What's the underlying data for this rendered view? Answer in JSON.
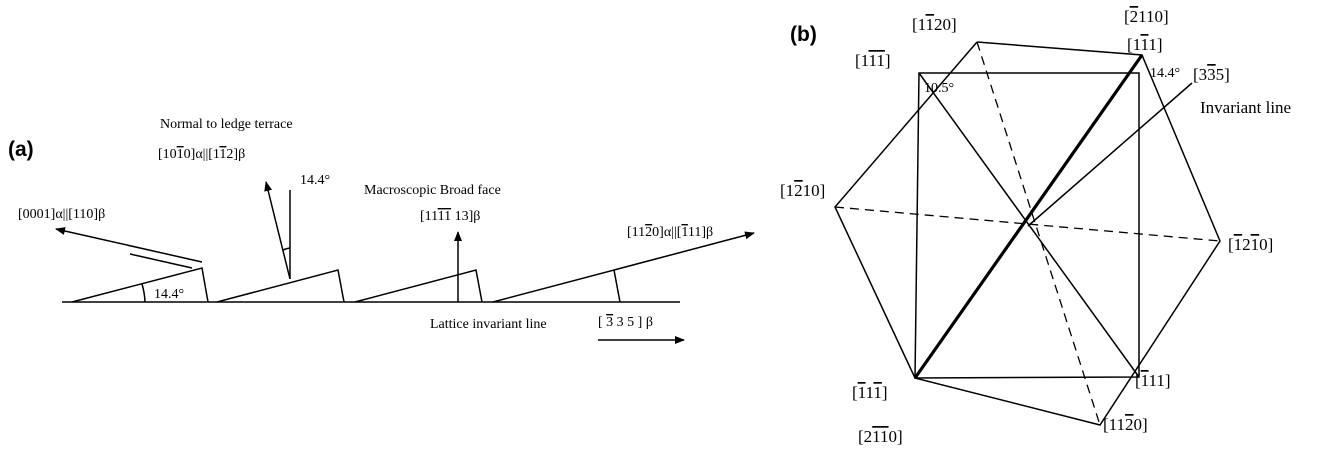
{
  "panel_a": {
    "label": "(a)",
    "normal_terrace": "Normal to ledge terrace",
    "normal_relation": {
      "t1": "[10",
      "t2": "1",
      "t3": "0]α||[1",
      "t4": "1",
      "t5": "2]β"
    },
    "angle_top": "14.4°",
    "broad_face_label": "Macroscopic Broad face",
    "broad_face_dir": {
      "t1": "[11",
      "t2": "11",
      "t3": " 13]β"
    },
    "left_dir": "[0001]α||[110]β",
    "right_dir": {
      "t1": "[11",
      "t2": "2",
      "t3": "0]α||[",
      "t4": "1",
      "t5": "11]β"
    },
    "angle_bottom": "14.4°",
    "lattice_line": "Lattice invariant line",
    "lattice_dir": {
      "t1": "[ ",
      "t2": "3",
      "t3": " 3 5 ] β"
    }
  },
  "panel_b": {
    "label": "(b)",
    "top_left_dir": {
      "t1": "[1",
      "t2": "1",
      "t3": "20]"
    },
    "top_right_dir": {
      "t1": "[",
      "t2": "2",
      "t3": "110]"
    },
    "upper_left_dir": {
      "t1": "[1",
      "t2": "1",
      "t3": "1",
      "t4": "]"
    },
    "upper_right_dir": {
      "t1": "[1",
      "t2": "1",
      "t3": "1]"
    },
    "angle_left": "10.5°",
    "angle_right": "14.4°",
    "invariant_dir": {
      "t1": "[3",
      "t2": "3",
      "t3": "5]"
    },
    "invariant_line": "Invariant line",
    "left_dir": {
      "t1": "[1",
      "t2": "2",
      "t3": "10]"
    },
    "right_dir": {
      "t1": "[",
      "t2": "1",
      "t3": "2",
      "t4": "1",
      "t5": "0]"
    },
    "lower_left_dir": {
      "t1": "[",
      "t2": "1",
      "t3": "1",
      "t4": "1",
      "t5": "]"
    },
    "lower_right_dir": {
      "t1": "[",
      "t2": "1",
      "t3": "11]"
    },
    "bottom_right_dir": {
      "t1": "[11",
      "t2": "2",
      "t3": "0]"
    },
    "bottom_left_dir": {
      "t1": "[2",
      "t2": "1",
      "t3": "1",
      "t4": "0]"
    }
  }
}
